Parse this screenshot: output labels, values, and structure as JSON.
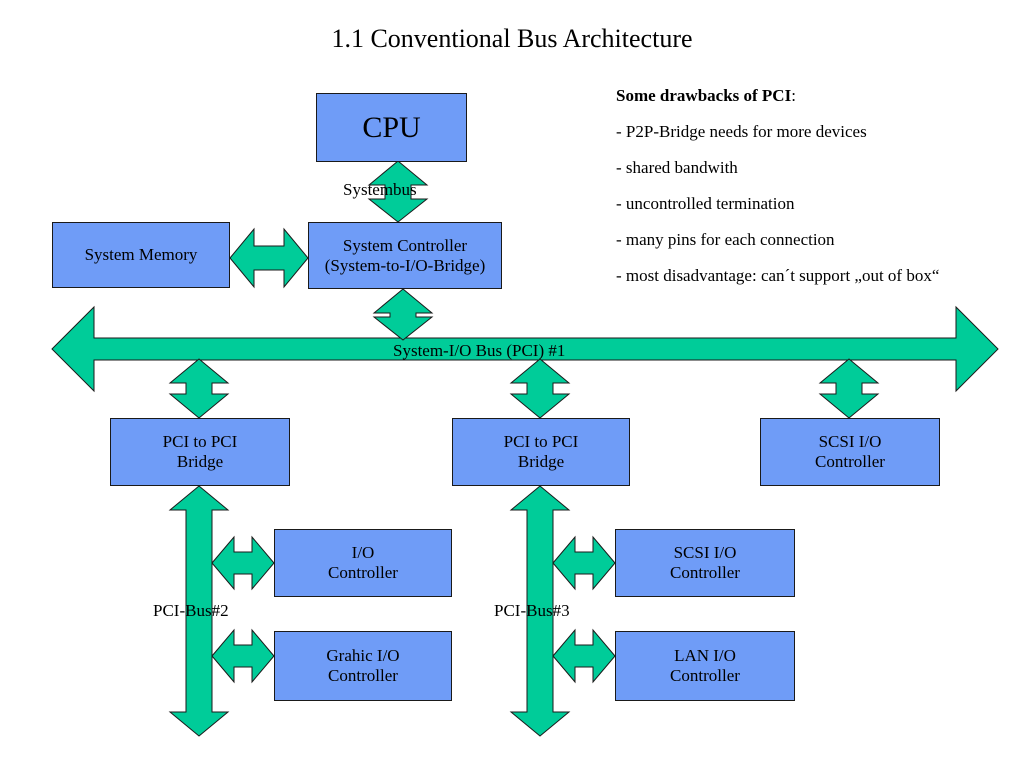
{
  "title": "1.1 Conventional Bus Architecture",
  "colors": {
    "box_fill": "#6f9cf7",
    "arrow_fill": "#00cc99",
    "border": "#1a1a1a"
  },
  "boxes": {
    "cpu": "CPU",
    "system_memory": "System Memory",
    "system_controller_line1": "System Controller",
    "system_controller_line2": "(System-to-I/O-Bridge)",
    "pci_bridge_left_line1": "PCI to PCI",
    "pci_bridge_left_line2": "Bridge",
    "pci_bridge_mid_line1": "PCI to PCI",
    "pci_bridge_mid_line2": "Bridge",
    "scsi_top_line1": "SCSI I/O",
    "scsi_top_line2": "Controller",
    "io_controller_line1": "I/O",
    "io_controller_line2": "Controller",
    "graphic_io_line1": "Grahic I/O",
    "graphic_io_line2": "Controller",
    "scsi_bottom_line1": "SCSI I/O",
    "scsi_bottom_line2": "Controller",
    "lan_io_line1": "LAN I/O",
    "lan_io_line2": "Controller"
  },
  "labels": {
    "systembus": "Systembus",
    "system_io_bus": "System-I/O Bus (PCI) #1",
    "pci_bus_2": "PCI-Bus#2",
    "pci_bus_3": "PCI-Bus#3"
  },
  "notes": {
    "heading": "Some drawbacks of PCI",
    "heading_suffix": ":",
    "items": [
      "- P2P-Bridge needs for more devices",
      "- shared bandwith",
      "- uncontrolled termination",
      "- many pins for each connection",
      "- most disadvantage: can´t support „out of box“"
    ]
  }
}
